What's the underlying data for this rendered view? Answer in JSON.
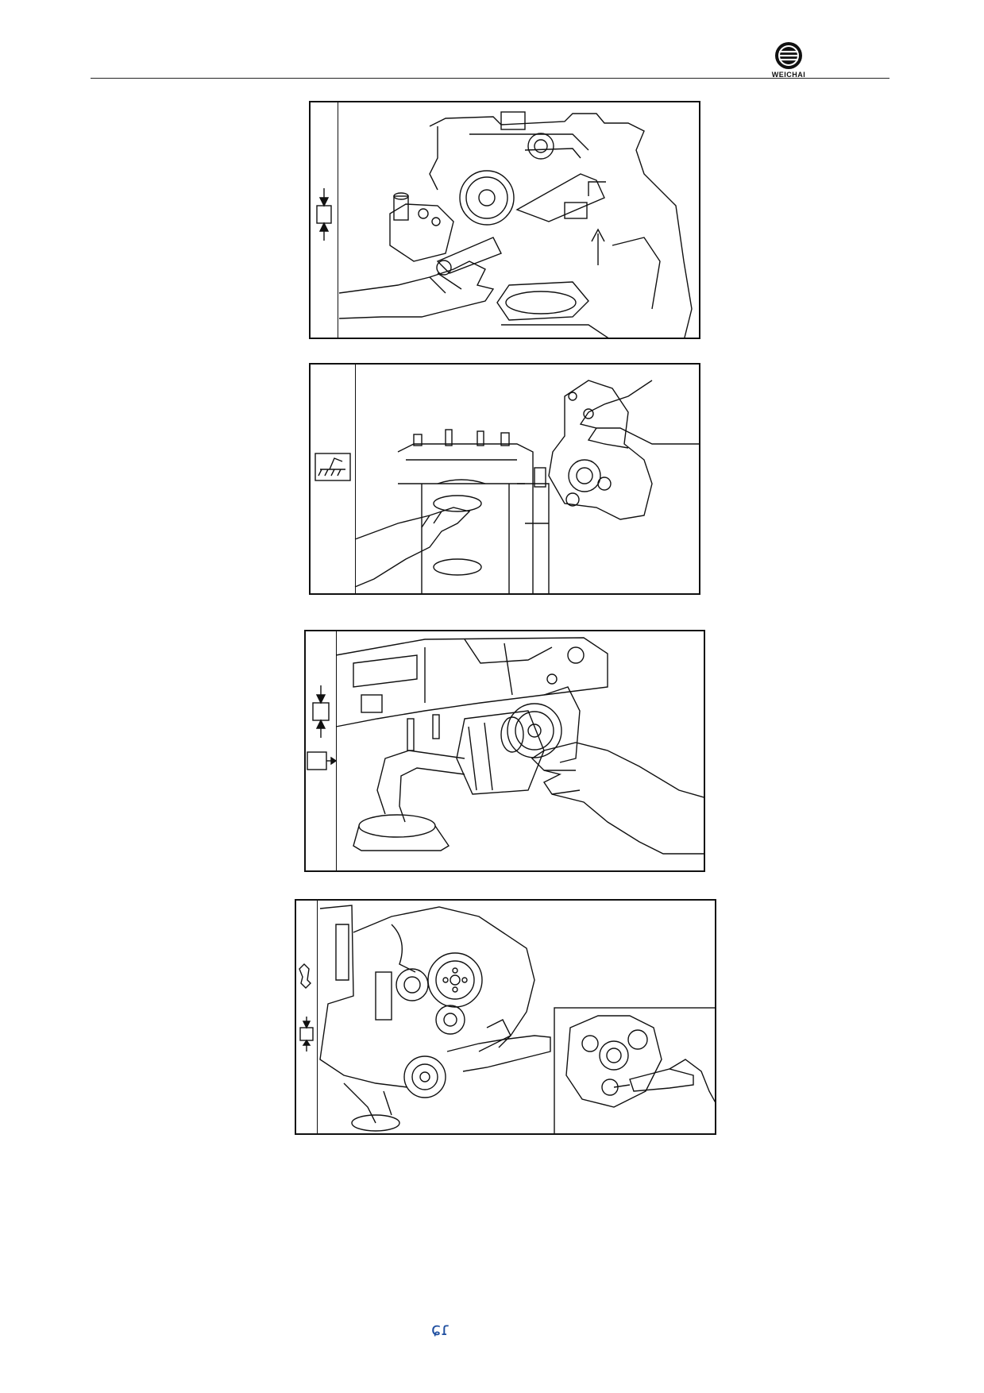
{
  "header": {
    "brand_logo_text": "WEICHAI"
  },
  "figures": [
    {
      "id": "fig-1",
      "symbol": "press-fit-symbol"
    },
    {
      "id": "fig-2",
      "symbol": "oil-apply-symbol"
    },
    {
      "id": "fig-3",
      "symbol": "press-fit-symbol"
    },
    {
      "id": "fig-4",
      "symbol": "press-fit-symbol"
    }
  ],
  "footer": {
    "page_mark": "ɕɾ"
  },
  "colors": {
    "line": "#111111",
    "page_mark": "#1f4fa0"
  }
}
